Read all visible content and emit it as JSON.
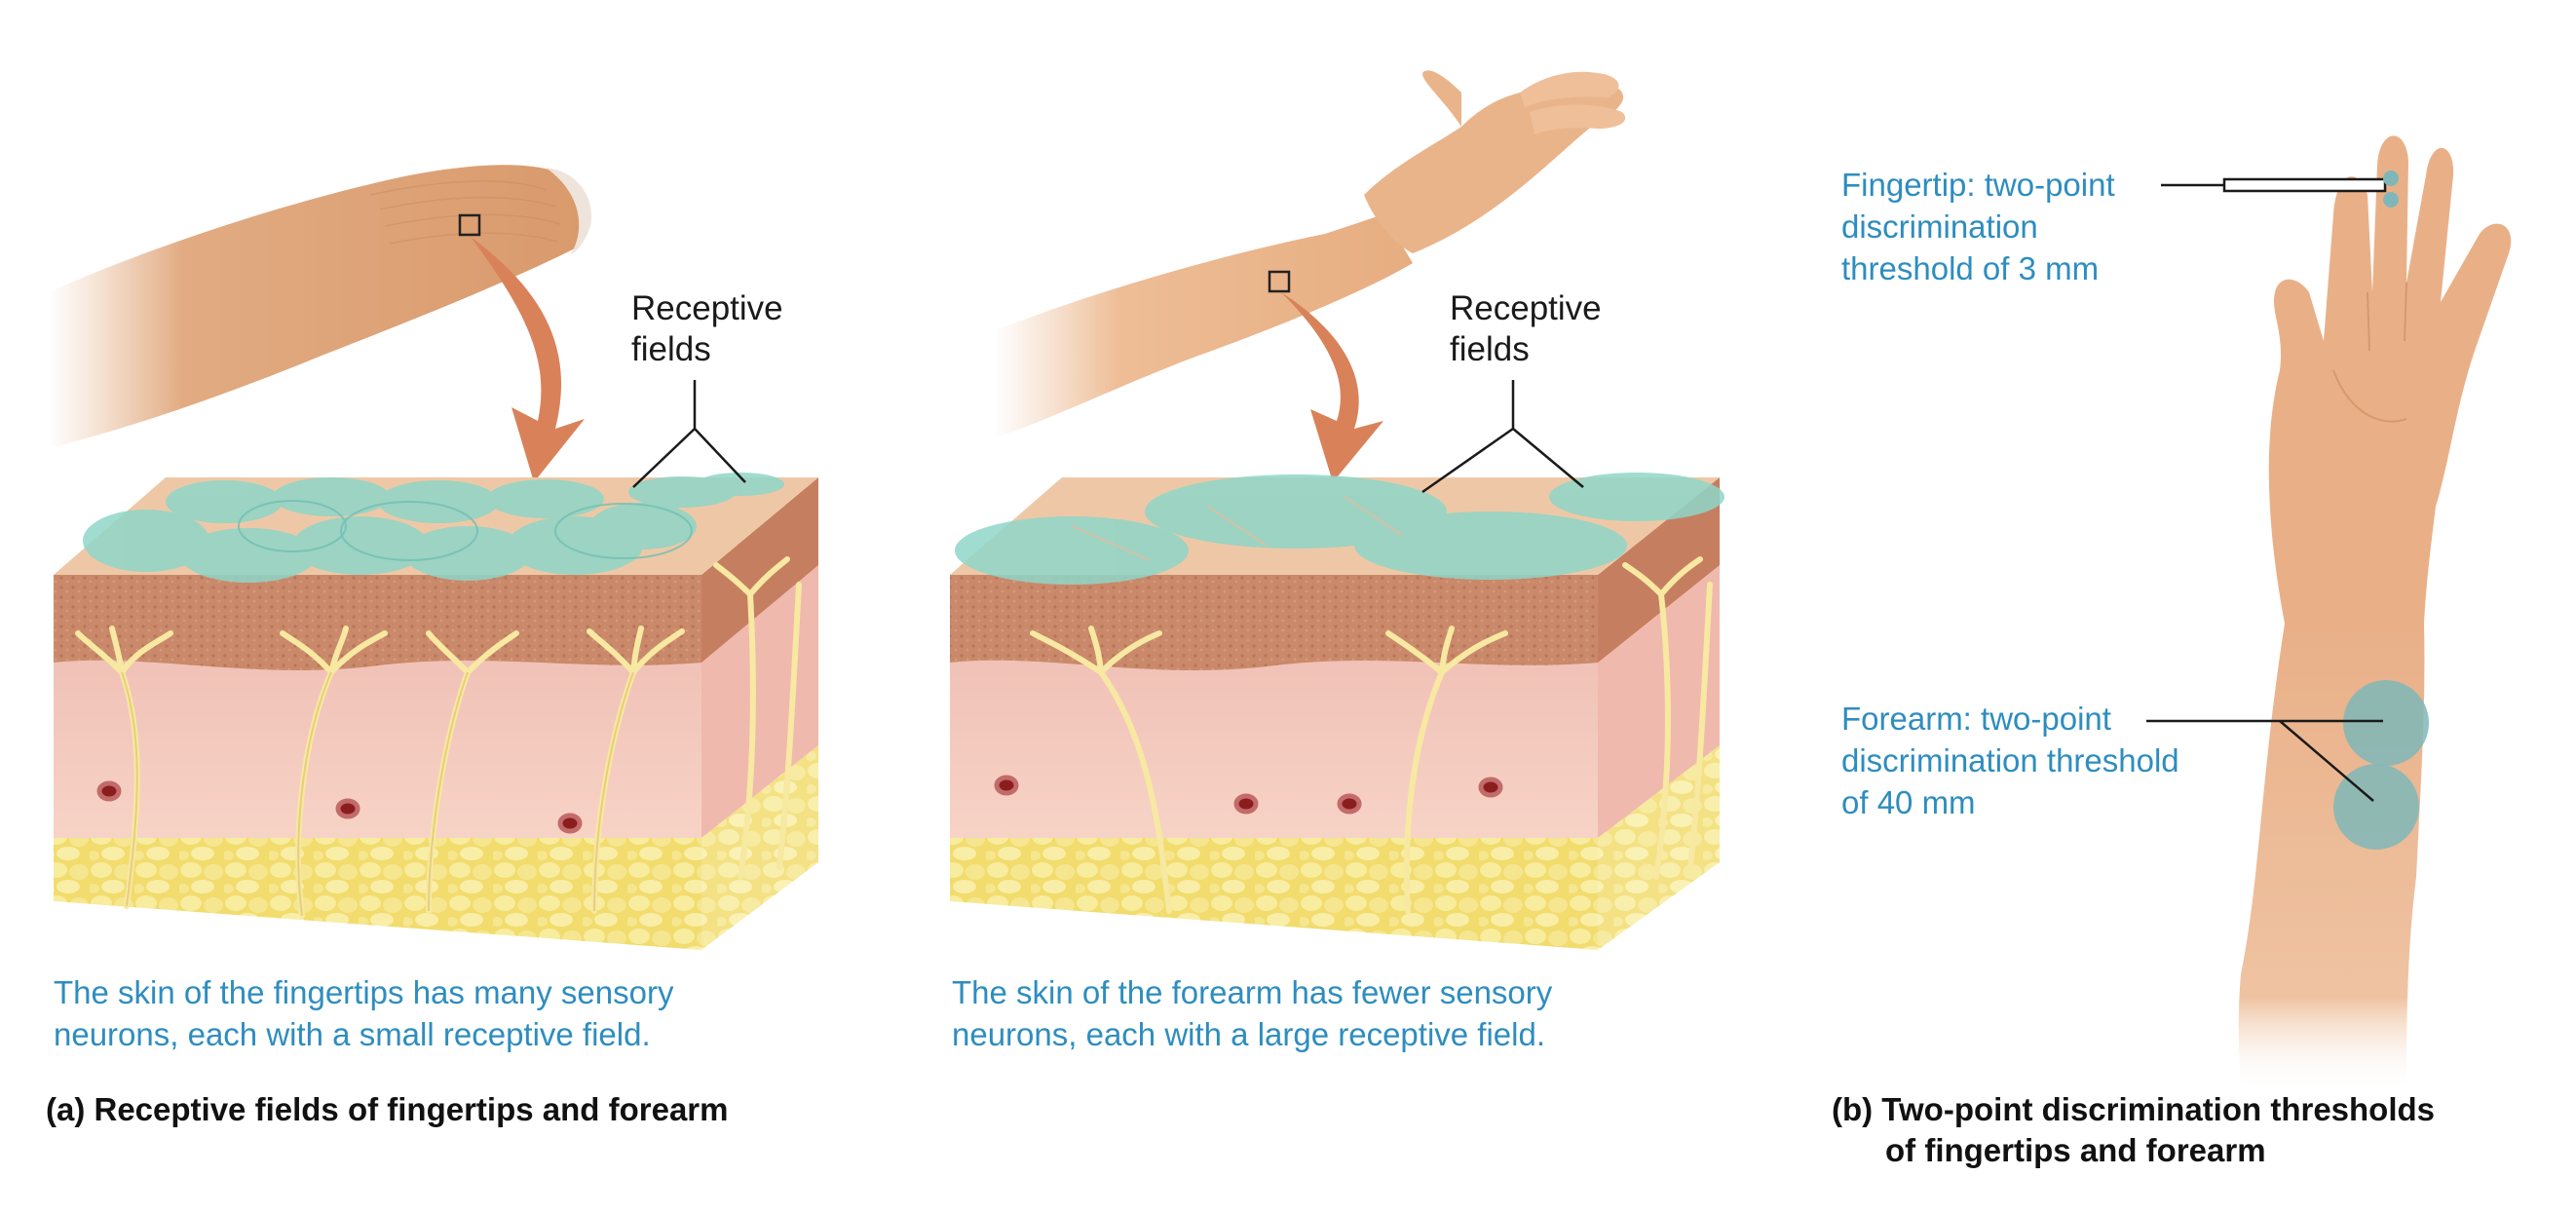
{
  "colors": {
    "skin": "#e7b58e",
    "skin_dark": "#c98a5c",
    "epidermis": "#c9896a",
    "dermis": "#f2c6bd",
    "fat": "#f4e383",
    "nerve": "#f7e8a2",
    "receptive_field": "#8fd6c8",
    "arrow": "#d9825a",
    "caption_blue": "#2e8dbf",
    "threshold_circle": "#7fb7b8"
  },
  "panel_a": {
    "fingertip_label": "Receptive\nfields",
    "forearm_label": "Receptive\nfields",
    "fingertip_caption": "The skin of the fingertips has many sensory\nneurons, each with a small receptive field.",
    "forearm_caption": "The skin of the forearm has fewer sensory\nneurons, each with a large receptive field.",
    "title": "(a) Receptive fields of fingertips and forearm"
  },
  "panel_b": {
    "fingertip_note": "Fingertip: two-point\ndiscrimination\nthreshold of 3 mm",
    "forearm_note": "Forearm: two-point\ndiscrimination threshold\nof 40 mm",
    "title": "(b) Two-point discrimination thresholds\n      of fingertips and forearm"
  }
}
